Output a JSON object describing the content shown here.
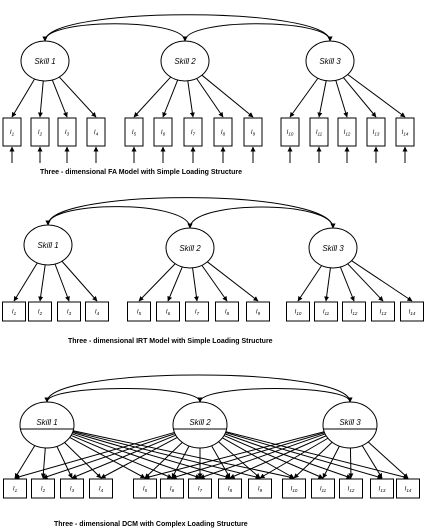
{
  "panels": [
    {
      "caption": "Three - dimensional FA Model with Simple Loading Structure",
      "model": "FA",
      "skills": [
        "Skill 1",
        "Skill 2",
        "Skill 3"
      ],
      "items": [
        "I1",
        "I2",
        "I3",
        "I4",
        "I5",
        "I6",
        "I7",
        "I8",
        "I9",
        "I10",
        "I11",
        "I12",
        "I13",
        "I14"
      ],
      "loading_structure": "simple",
      "skill_items": [
        [
          0,
          1,
          2,
          3
        ],
        [
          4,
          5,
          6,
          7,
          8
        ],
        [
          9,
          10,
          11,
          12,
          13
        ]
      ],
      "error_arrows": true,
      "skill_divided": false
    },
    {
      "caption": "Three - dimensional IRT Model with Simple Loading Structure",
      "model": "IRT",
      "skills": [
        "Skill 1",
        "Skill 2",
        "Skill 3"
      ],
      "items": [
        "I1",
        "I2",
        "I3",
        "I4",
        "I5",
        "I6",
        "I7",
        "I8",
        "I9",
        "I10",
        "I11",
        "I12",
        "I13",
        "I14"
      ],
      "loading_structure": "simple",
      "skill_items": [
        [
          0,
          1,
          2,
          3
        ],
        [
          4,
          5,
          6,
          7,
          8
        ],
        [
          9,
          10,
          11,
          12,
          13
        ]
      ],
      "error_arrows": false,
      "skill_divided": false
    },
    {
      "caption": "Three - dimensional DCM with Complex Loading Structure",
      "model": "DCM",
      "skills": [
        "Skill 1",
        "Skill 2",
        "Skill 3"
      ],
      "items": [
        "I1",
        "I2",
        "I3",
        "I4",
        "I5",
        "I6",
        "I7",
        "I8",
        "I9",
        "I10",
        "I11",
        "I12",
        "I13",
        "I14"
      ],
      "loading_structure": "complex",
      "skill_items": [
        [
          0,
          1,
          2,
          3,
          4,
          5,
          6,
          7,
          8,
          9
        ],
        [
          0,
          1,
          2,
          3,
          4,
          5,
          6,
          7,
          8,
          9,
          10,
          11,
          12,
          13
        ],
        [
          4,
          5,
          6,
          7,
          8,
          9,
          10,
          11,
          12,
          13
        ]
      ],
      "error_arrows": false,
      "skill_divided": true
    }
  ]
}
